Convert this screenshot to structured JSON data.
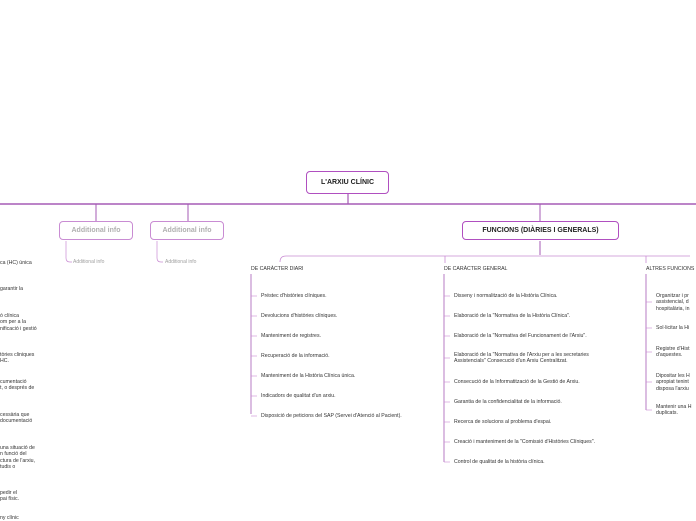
{
  "root": {
    "label": "L'ARXIU CLÍNIC"
  },
  "branches": [
    {
      "label": "Additional info",
      "sub": "Additional info"
    },
    {
      "label": "Additional info",
      "sub": "Additional info"
    }
  ],
  "functions": {
    "label": "FUNCIONS (DIÀRIES I GENERALS)",
    "categories": [
      {
        "label": "DE CARÀCTER DIARI",
        "items": [
          [
            "Préstec d'històries clíniques."
          ],
          [
            "Devolucions d'històries clíniques."
          ],
          [
            "Manteniment de registres."
          ],
          [
            "Recuperació de la informació."
          ],
          [
            "Manteniment de la Història Clínica única."
          ],
          [
            "Indicadors de qualitat d'un arxiu."
          ],
          [
            "Disposició de peticions del SAP (Servei d'Atenció al Pacient)."
          ]
        ]
      },
      {
        "label": "DE CARÀCTER GENERAL",
        "items": [
          [
            "Disseny i normalització de la Història Clínica."
          ],
          [
            "Elaboració de la \"Normativa de la Història Clínica\"."
          ],
          [
            "Elaboració de la \"Normativa del Funcionament de l'Arxiu\"."
          ],
          [
            "Elaboració de la \"Normativa de l'Arxiu per a les secretaries",
            "Assistencials\" Consecució d'un Arxiu Centralitzat."
          ],
          [
            "Consecució de la Informatització de la Gestió de Arxiu."
          ],
          [
            "Garantia de la confidencialitat de la informació."
          ],
          [
            "Recerca de solucions al problema d'espai."
          ],
          [
            "Creació i manteniment de la \"Comissió d'Històries Clíniques\"."
          ],
          [
            "Control de qualitat de la història clínica."
          ]
        ]
      },
      {
        "label": "ALTRES FUNCIONS",
        "items": [
          [
            "Organitzar i pr",
            "assistencial, d",
            "hospitalària, in"
          ],
          [
            "Sol·licitar la Hi"
          ],
          [
            "Registre d'Hist",
            "d'aquestes."
          ],
          [
            "Dipositar les H",
            "apropiat tenint",
            "disposa l'arxiu"
          ],
          [
            "Mantenir una H",
            "duplicats."
          ]
        ]
      }
    ]
  },
  "left_fragments": [
    [
      "ca (HC) única"
    ],
    [
      "garantir la"
    ],
    [
      "ó clínica",
      "om per a la",
      "nificació i gestió"
    ],
    [
      "tòries cliniques",
      "HC."
    ],
    [
      "cumentació",
      "t, o després de"
    ],
    [
      "cessària que",
      "documentació"
    ],
    [
      "una situació de",
      "n funció del",
      "ctura de l'arxiu,",
      "tudis o"
    ],
    [
      "pedir el",
      "pai físic."
    ],
    [
      "ny clínic"
    ]
  ]
}
